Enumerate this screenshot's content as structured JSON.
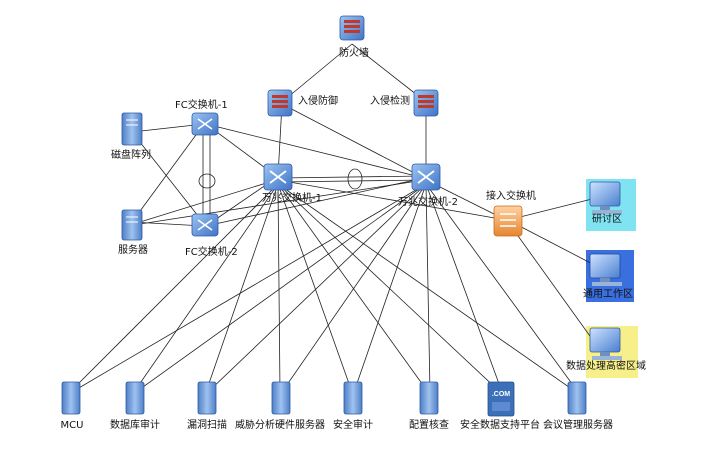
{
  "nodes": {
    "firewall": {
      "label": "防火墙"
    },
    "ips": {
      "label": "入侵防御"
    },
    "ids": {
      "label": "入侵检测"
    },
    "fc1": {
      "label": "FC交换机-1"
    },
    "fc2": {
      "label": "FC交换机-2"
    },
    "disk": {
      "label": "磁盘阵列"
    },
    "server": {
      "label": "服务器"
    },
    "core1": {
      "label": "万兆交换机-1"
    },
    "core2": {
      "label": "万兆交换机-2"
    },
    "access": {
      "label": "接入交换机"
    },
    "zone1": {
      "label": "研讨区"
    },
    "zone2": {
      "label": "通用工作区"
    },
    "zone3": {
      "label": "数据处理高密区域"
    }
  },
  "bottom_servers": [
    {
      "label": "MCU"
    },
    {
      "label": "数据库审计"
    },
    {
      "label": "漏洞扫描"
    },
    {
      "label": "威胁分析硬件服务器"
    },
    {
      "label": "安全审计"
    },
    {
      "label": "配置核查"
    },
    {
      "label": "安全数据支持平台"
    },
    {
      "label": "会议管理服务器"
    }
  ],
  "com_icon_text": ".COM",
  "colors": {
    "line": "#222222",
    "device": "#5b8ed8",
    "zone1_bg": "#7fe3f2",
    "zone2_bg": "#3a6fe0",
    "zone3_bg": "#f7f08a",
    "access_switch": "#f2a25a"
  }
}
